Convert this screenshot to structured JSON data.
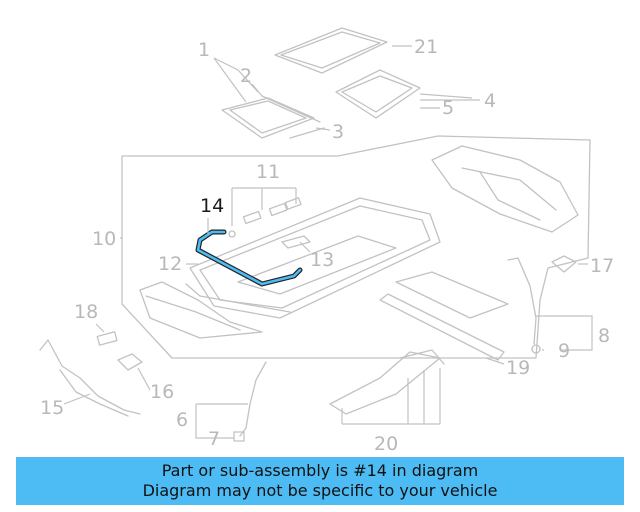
{
  "diagram": {
    "highlight_color": "#4dbcf4",
    "callouts": [
      {
        "id": "c1",
        "text": "1"
      },
      {
        "id": "c2",
        "text": "2"
      },
      {
        "id": "c3",
        "text": "3"
      },
      {
        "id": "c4",
        "text": "4"
      },
      {
        "id": "c5",
        "text": "5"
      },
      {
        "id": "c6",
        "text": "6"
      },
      {
        "id": "c7",
        "text": "7"
      },
      {
        "id": "c8",
        "text": "8"
      },
      {
        "id": "c9",
        "text": "9"
      },
      {
        "id": "c10",
        "text": "10"
      },
      {
        "id": "c11",
        "text": "11"
      },
      {
        "id": "c12",
        "text": "12"
      },
      {
        "id": "c13",
        "text": "13"
      },
      {
        "id": "c14",
        "text": "14"
      },
      {
        "id": "c15",
        "text": "15"
      },
      {
        "id": "c16",
        "text": "16"
      },
      {
        "id": "c17",
        "text": "17"
      },
      {
        "id": "c18",
        "text": "18"
      },
      {
        "id": "c19",
        "text": "19"
      },
      {
        "id": "c20",
        "text": "20"
      },
      {
        "id": "c21",
        "text": "21"
      }
    ]
  },
  "banner": {
    "line1": "Part or sub-assembly is #14 in diagram",
    "line2": "Diagram may not be specific to your vehicle",
    "background": "#4dbcf4"
  }
}
